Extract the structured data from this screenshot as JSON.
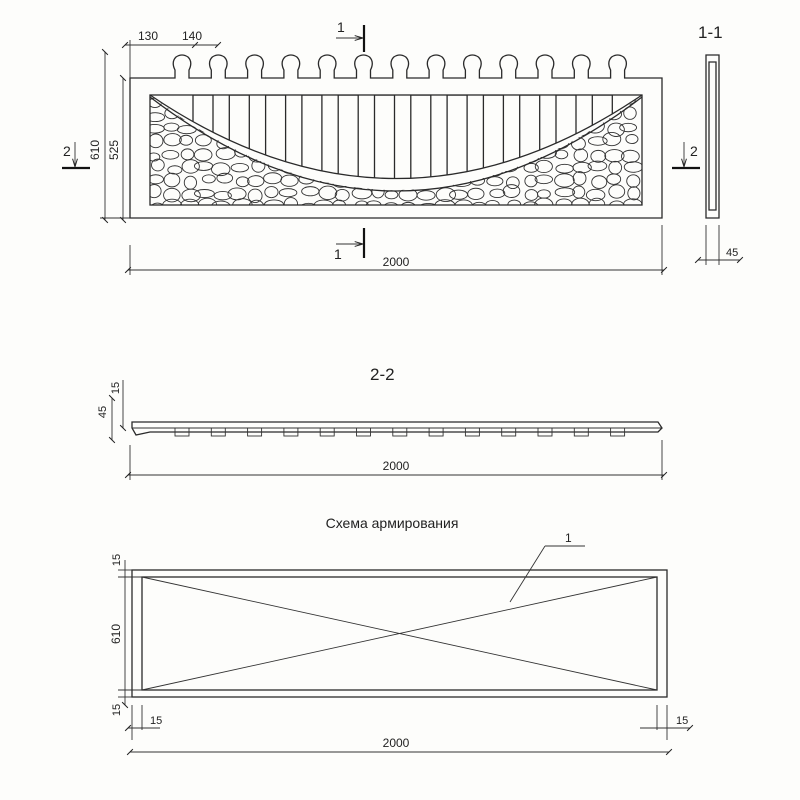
{
  "elevation": {
    "dims": {
      "bump_offset": "130",
      "bump_pitch": "140",
      "height_total": "610",
      "height_body": "525",
      "length": "2000"
    },
    "section_marks": {
      "cut_1_top": "1",
      "cut_1_bottom": "1",
      "cut_2_left": "2",
      "cut_2_right": "2"
    }
  },
  "section_1_1": {
    "title": "1-1",
    "thickness": "45"
  },
  "section_2_2": {
    "title": "2-2",
    "dims": {
      "thickness": "45",
      "rib": "15",
      "length": "2000"
    }
  },
  "reinforcement": {
    "title": "Схема армирования",
    "leader_label": "1",
    "dims": {
      "cover_top": "15",
      "height": "610",
      "cover_bottom": "15",
      "cover_left": "15",
      "cover_right": "15",
      "length": "2000"
    }
  }
}
